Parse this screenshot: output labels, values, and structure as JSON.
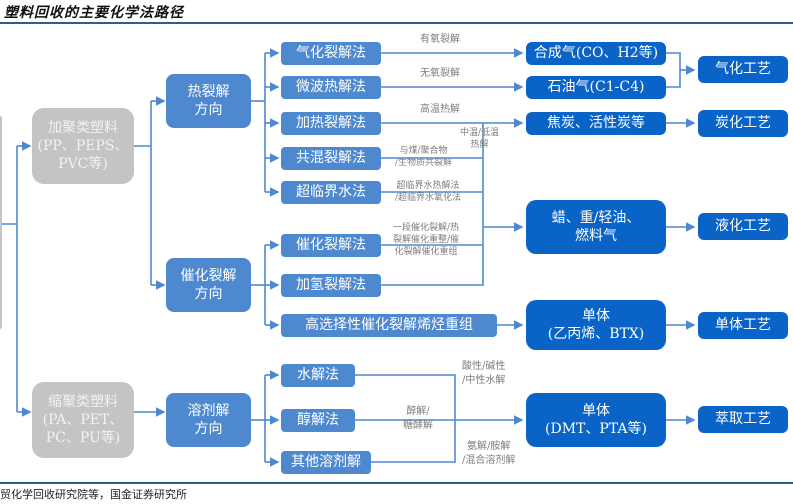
{
  "title": "塑料回收的主要化学法路径",
  "footer": "贸化学回收研究院等，国金证券研究所",
  "colors": {
    "gray_box": "#c4c4c4",
    "mid_box": "#4e89d0",
    "dark_box": "#0a64c8",
    "line": "#4e89d0",
    "label": "#7d7d7d"
  },
  "sources": {
    "addition": "加聚类塑料\n(PP、PEPS、\nPVC等)",
    "condensation": "缩聚类塑料\n(PA、PET、\nPC、PU等)"
  },
  "directions": {
    "thermal": "热裂解\n方向",
    "catalytic": "催化裂解\n方向",
    "solvent": "溶剂解\n方向"
  },
  "methods": {
    "gasification": "气化裂解法",
    "microwave": "微波热解法",
    "heating": "加热裂解法",
    "co_pyrolysis": "共混裂解法",
    "supercritical": "超临界水法",
    "catalytic_cracking": "催化裂解法",
    "hydrocracking": "加氢裂解法",
    "selective": "高选择性催化裂解烯烃重组",
    "hydrolysis": "水解法",
    "alcoholysis": "醇解法",
    "other_solvent": "其他溶剂解"
  },
  "edge_labels": {
    "aerobic": "有氧裂解",
    "anaerobic": "无氧裂解",
    "high_temp": "高温热解",
    "mid_low_temp": "中温/低温\n热解",
    "co_pyrolysis": "与煤/聚合物\n/生物质共裂解",
    "supercritical": "超临界水热解法\n/超临界水氧化法",
    "catalytic": "一段催化裂解/热\n裂解催化重整/催\n化裂解催化重组",
    "hydrolysis": "酸性/碱性\n/中性水解",
    "alcoholysis": "醇解/\n糖酵解",
    "other": "氨解/胺解\n/混合溶剂解"
  },
  "products": {
    "syngas": "合成气(CO、H2等)",
    "petroleum_gas": "石油气(C1-C4)",
    "coke": "焦炭、活性炭等",
    "wax_oil": "蜡、重/轻油、\n燃料气",
    "monomer_olefin": "单体\n(乙丙烯、BTX)",
    "monomer_dmt": "单体\n(DMT、PTA等)"
  },
  "processes": {
    "gasification": "气化工艺",
    "carbonization": "炭化工艺",
    "liquefaction": "液化工艺",
    "monomer": "单体工艺",
    "extraction": "萃取工艺"
  }
}
